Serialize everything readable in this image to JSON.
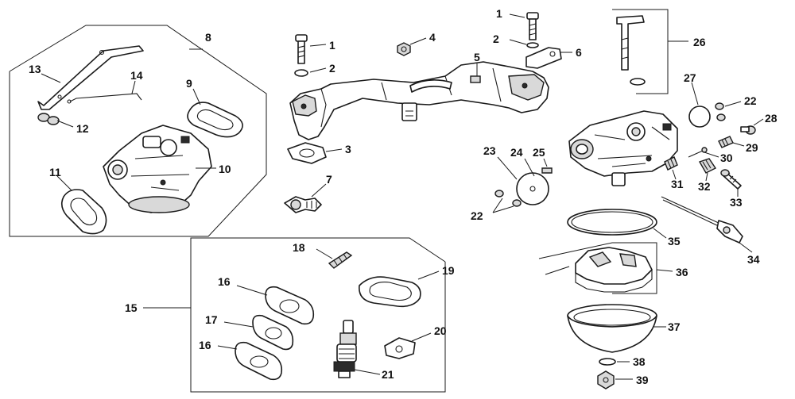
{
  "diagram": {
    "callouts": {
      "c1_upper": "1",
      "c1_lower": "1",
      "c2_upper": "2",
      "c2_lower": "2",
      "c3": "3",
      "c4": "4",
      "c5": "5",
      "c6": "6",
      "c7": "7",
      "c8": "8",
      "c9": "9",
      "c10": "10",
      "c11": "11",
      "c12": "12",
      "c13": "13",
      "c14": "14",
      "c15": "15",
      "c16_upper": "16",
      "c16_lower": "16",
      "c17": "17",
      "c18": "18",
      "c19": "19",
      "c20": "20",
      "c21": "21",
      "c22_upper": "22",
      "c22_lower": "22",
      "c23": "23",
      "c24": "24",
      "c25": "25",
      "c26": "26",
      "c27": "27",
      "c28": "28",
      "c29": "29",
      "c30": "30",
      "c31": "31",
      "c32": "32",
      "c33": "33",
      "c34": "34",
      "c35": "35",
      "c36": "36",
      "c37": "37",
      "c38": "38",
      "c39": "39"
    }
  }
}
